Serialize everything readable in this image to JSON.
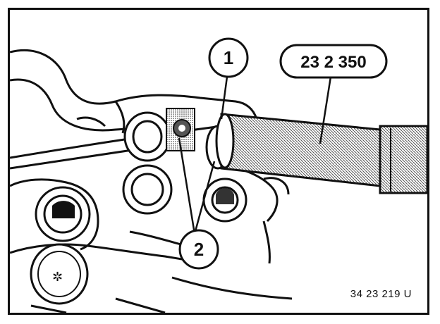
{
  "callouts": {
    "one": "1",
    "two": "2",
    "tool": "23 2 350"
  },
  "reference": "34 23 219 U",
  "colors": {
    "ink": "#111111",
    "hatch": "#7a7a7a",
    "paper": "#ffffff"
  }
}
